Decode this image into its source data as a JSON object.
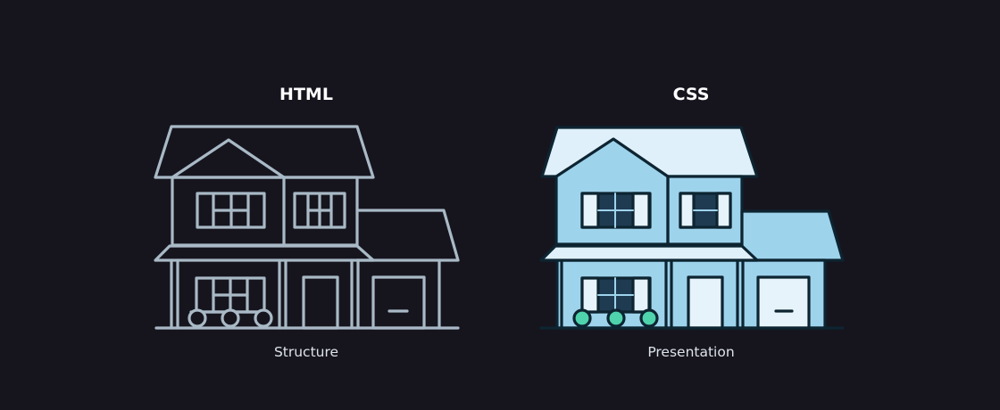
{
  "left": {
    "title": "HTML",
    "caption": "Structure"
  },
  "right": {
    "title": "CSS",
    "caption": "Presentation"
  },
  "colors": {
    "background": "#16151e",
    "outline": "#a9b9c6",
    "stroke_dark": "#0d2431",
    "roof_light": "#dff0fa",
    "wall_blue": "#9ed3ec",
    "window_pane": "#1f3b52",
    "wheel_teal": "#4ed3ac"
  },
  "icons": {
    "left": "house-outline-icon",
    "right": "house-colored-icon"
  }
}
